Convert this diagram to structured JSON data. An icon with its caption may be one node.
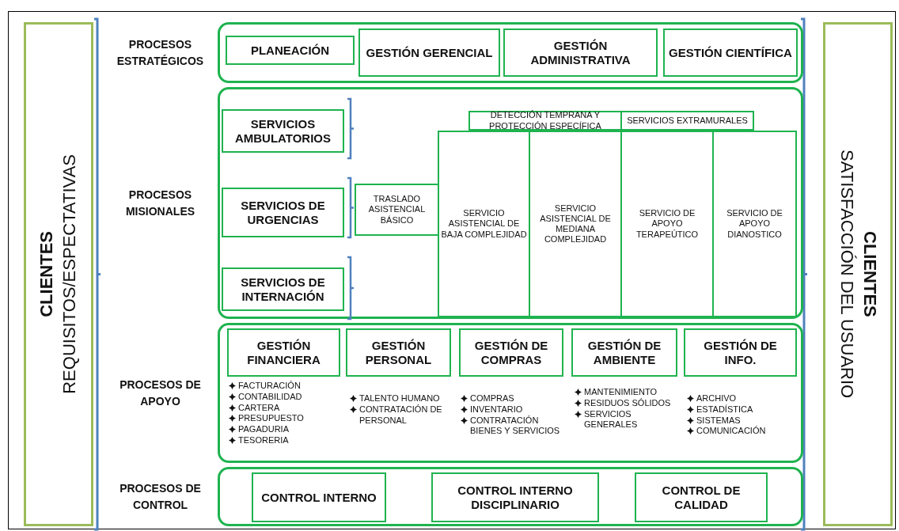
{
  "diagram": {
    "nodes": [
      {
        "text": [
          "CLIENTES",
          "REQUISITOS/ESPECTATIVAS"
        ]
      },
      {
        "text": [
          "PROCESOS ESTRATÉGICOS"
        ]
      },
      {
        "text": [
          "PLANEACIÓN"
        ],
        "in": 1
      },
      {
        "text": [
          "GESTIÓN GERENCIAL"
        ],
        "in": 1
      },
      {
        "text": [
          "GESTIÓN ADMINISTRATIVA"
        ],
        "in": 1
      },
      {
        "text": [
          "GESTIÓN CIENTÍFICA"
        ],
        "in": 1
      },
      {
        "text": [
          "PROCESOS MISIONALES"
        ]
      },
      {
        "text": [
          "SERVICIOS AMBULATORIOS"
        ],
        "in": 6
      },
      {
        "text": [
          "SERVICIOS DE URGENCIAS"
        ],
        "in": 6
      },
      {
        "text": [
          "SERVICIOS DE INTERNACIÓN"
        ],
        "in": 6
      },
      {
        "text": [
          "TRASLADO ASISTENCIAL BÁSICO"
        ],
        "in": 6
      },
      {
        "text": [
          "DETECCIÓN TEMPRANA Y PROTECCIÓN ESPECÍFICA"
        ],
        "in": 6
      },
      {
        "text": [
          "SERVICIOS EXTRAMURALES"
        ],
        "in": 6
      },
      {
        "text": [
          "SERVICIO ASISTENCIAL DE BAJA COMPLEJIDAD"
        ],
        "in": 6
      },
      {
        "text": [
          "SERVICIO ASISTENCIAL DE MEDIANA COMPLEJIDAD"
        ],
        "in": 6
      },
      {
        "text": [
          "SERVICIO DE APOYO TERAPEÚTICO"
        ],
        "in": 6
      },
      {
        "text": [
          "SERVICIO DE APOYO DIANOSTICO"
        ],
        "in": 6
      },
      {
        "text": [
          "PROCESOS DE APOYO"
        ]
      },
      {
        "text": [
          "GESTIÓN FINANCIERA"
        ],
        "in": 17,
        "beside": [
          "FACTURACIÓN",
          "CONTABILIDAD",
          "CARTERA",
          "PRESUPUESTO",
          "PAGADURIA",
          "TESORERIA"
        ]
      },
      {
        "text": [
          "GESTIÓN PERSONAL"
        ],
        "in": 17,
        "beside": [
          "TALENTO HUMANO",
          "CONTRATACIÓN DE PERSONAL"
        ]
      },
      {
        "text": [
          "GESTIÓN DE COMPRAS"
        ],
        "in": 17,
        "beside": [
          "COMPRAS",
          "INVENTARIO",
          "CONTRATACIÓN BIENES Y SERVICIOS"
        ]
      },
      {
        "text": [
          "GESTIÓN DE AMBIENTE"
        ],
        "in": 17,
        "beside": [
          "MANTENIMIENTO",
          "RESIDUOS SÓLIDOS",
          "SERVICIOS GENERALES"
        ]
      },
      {
        "text": [
          "GESTIÓN DE INFO."
        ],
        "in": 17,
        "beside": [
          "ARCHIVO",
          "ESTADÍSTICA",
          "SISTEMAS",
          "COMUNICACIÓN"
        ]
      },
      {
        "text": [
          "PROCESOS DE CONTROL"
        ]
      },
      {
        "text": [
          "CONTROL INTERNO"
        ],
        "in": 23
      },
      {
        "text": [
          "CONTROL INTERNO DISCIPLINARIO"
        ],
        "in": 23
      },
      {
        "text": [
          "CONTROL DE CALIDAD"
        ],
        "in": 23
      },
      {
        "text": [
          "CLIENTES",
          "SATISFACCIÓN DEL USUARIO"
        ]
      }
    ]
  }
}
